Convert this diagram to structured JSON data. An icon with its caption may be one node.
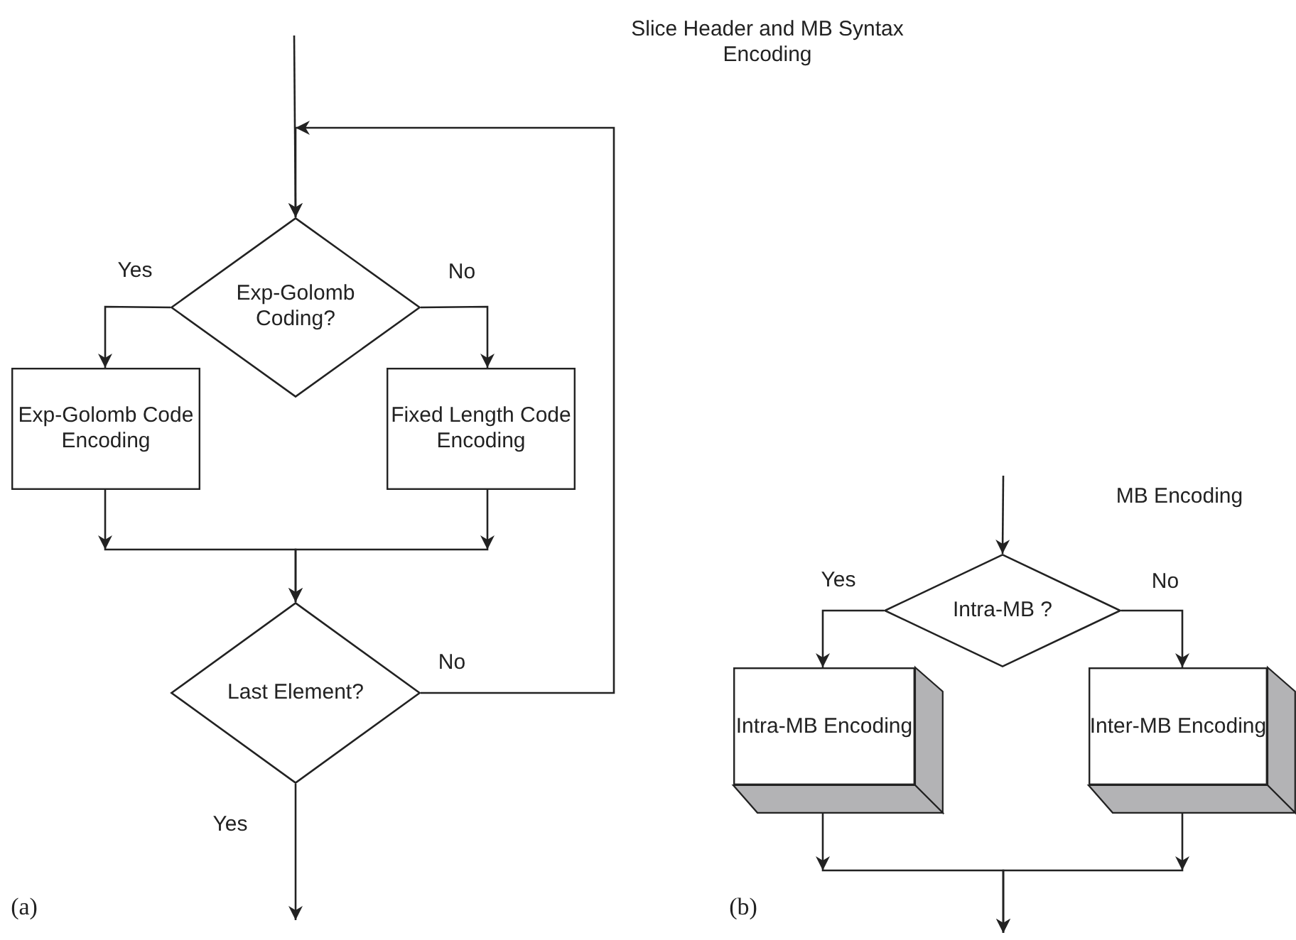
{
  "diagram": {
    "nodes": [
      {
        "text": [
          "Exp-Golomb Coding?"
        ]
      },
      {
        "text": [
          "Exp-Golomb Code Encoding"
        ]
      },
      {
        "text": [
          "Fixed Length Code Encoding"
        ]
      },
      {
        "text": [
          "Last Element?"
        ]
      },
      {
        "text": [
          "Intra-MB ?"
        ]
      },
      {
        "text": [
          "Intra-MB Encoding"
        ]
      },
      {
        "text": [
          "Inter-MB Encoding"
        ]
      }
    ],
    "edges": [
      {
        "from": null,
        "to": 0,
        "arrow": "to"
      },
      {
        "from": 3,
        "to": 0,
        "arrow": "to",
        "label": "No"
      },
      {
        "from": 0,
        "to": 1,
        "arrow": "to",
        "label": "Yes"
      },
      {
        "from": 0,
        "to": 2,
        "arrow": "to",
        "label": "No"
      },
      {
        "from": 1,
        "to": 3,
        "arrow": "to"
      },
      {
        "from": 2,
        "to": 3,
        "arrow": "to"
      },
      {
        "from": 3,
        "to": null,
        "arrow": "to",
        "label": "Yes"
      },
      {
        "from": null,
        "to": 4,
        "arrow": "to"
      },
      {
        "from": 4,
        "to": 5,
        "arrow": "to",
        "label": "Yes"
      },
      {
        "from": 4,
        "to": 6,
        "arrow": "to",
        "label": "No"
      },
      {
        "from": 5,
        "to": null,
        "arrow": "to"
      },
      {
        "from": 6,
        "to": null,
        "arrow": "to"
      }
    ],
    "labels": [
      "Slice Header and MB Syntax Encoding",
      "MB Encoding",
      "(a)",
      "(b)"
    ]
  }
}
